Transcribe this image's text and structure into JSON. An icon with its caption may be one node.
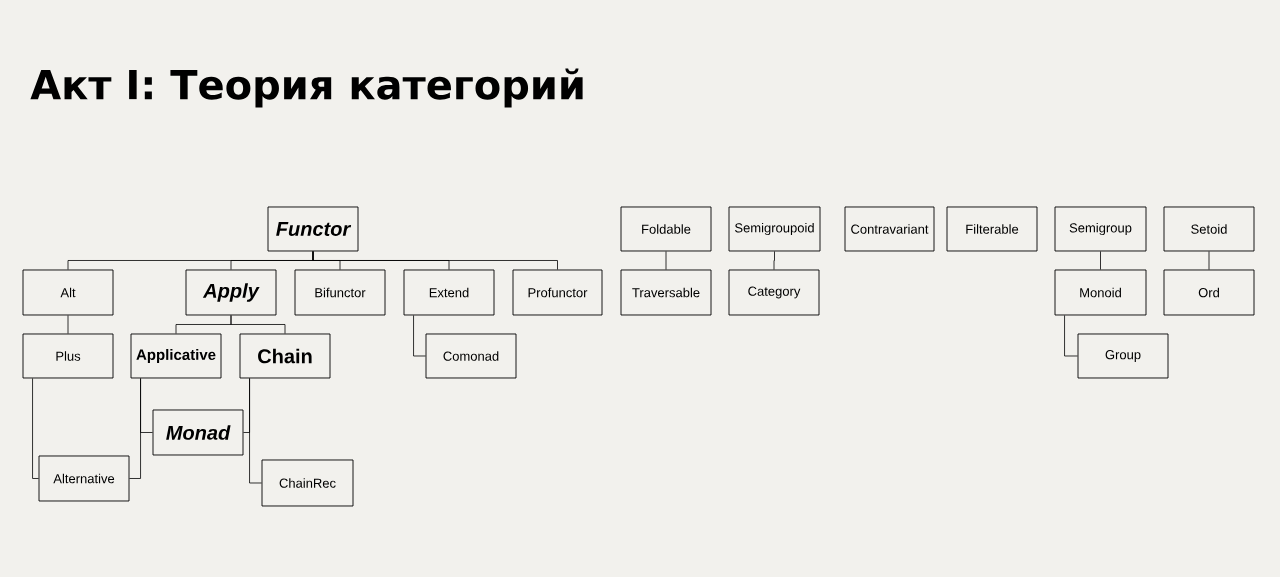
{
  "diagram": {
    "title": "Акт I: Теория категорий",
    "nodes": [
      {
        "text": [
          "Functor"
        ]
      },
      {
        "text": [
          "Alt"
        ]
      },
      {
        "text": [
          "Apply"
        ]
      },
      {
        "text": [
          "Bifunctor"
        ]
      },
      {
        "text": [
          "Extend"
        ]
      },
      {
        "text": [
          "Profunctor"
        ]
      },
      {
        "text": [
          "Plus"
        ]
      },
      {
        "text": [
          "Applicative"
        ]
      },
      {
        "text": [
          "Chain"
        ]
      },
      {
        "text": [
          "Comonad"
        ]
      },
      {
        "text": [
          "Monad"
        ]
      },
      {
        "text": [
          "Alternative"
        ]
      },
      {
        "text": [
          "ChainRec"
        ]
      },
      {
        "text": [
          "Foldable"
        ]
      },
      {
        "text": [
          "Traversable"
        ]
      },
      {
        "text": [
          "Semigroupoid"
        ]
      },
      {
        "text": [
          "Category"
        ]
      },
      {
        "text": [
          "Contravariant"
        ]
      },
      {
        "text": [
          "Filterable"
        ]
      },
      {
        "text": [
          "Semigroup"
        ]
      },
      {
        "text": [
          "Monoid"
        ]
      },
      {
        "text": [
          "Group"
        ]
      },
      {
        "text": [
          "Setoid"
        ]
      },
      {
        "text": [
          "Ord"
        ]
      }
    ],
    "edges": [
      {
        "from": 0,
        "to": 1,
        "arrow": "none"
      },
      {
        "from": 0,
        "to": 2,
        "arrow": "none"
      },
      {
        "from": 0,
        "to": 3,
        "arrow": "none"
      },
      {
        "from": 0,
        "to": 4,
        "arrow": "none"
      },
      {
        "from": 0,
        "to": 5,
        "arrow": "none"
      },
      {
        "from": 1,
        "to": 6,
        "arrow": "none"
      },
      {
        "from": 2,
        "to": 7,
        "arrow": "none"
      },
      {
        "from": 2,
        "to": 8,
        "arrow": "none"
      },
      {
        "from": 4,
        "to": 9,
        "arrow": "none"
      },
      {
        "from": 6,
        "to": 11,
        "arrow": "none"
      },
      {
        "from": 7,
        "to": 10,
        "arrow": "none"
      },
      {
        "from": 7,
        "to": 11,
        "arrow": "none"
      },
      {
        "from": 8,
        "to": 10,
        "arrow": "none"
      },
      {
        "from": 8,
        "to": 12,
        "arrow": "none"
      },
      {
        "from": 13,
        "to": 14,
        "arrow": "none"
      },
      {
        "from": 15,
        "to": 16,
        "arrow": "none"
      },
      {
        "from": 19,
        "to": 20,
        "arrow": "none"
      },
      {
        "from": 20,
        "to": 21,
        "arrow": "none"
      },
      {
        "from": 22,
        "to": 23,
        "arrow": "none"
      }
    ]
  }
}
